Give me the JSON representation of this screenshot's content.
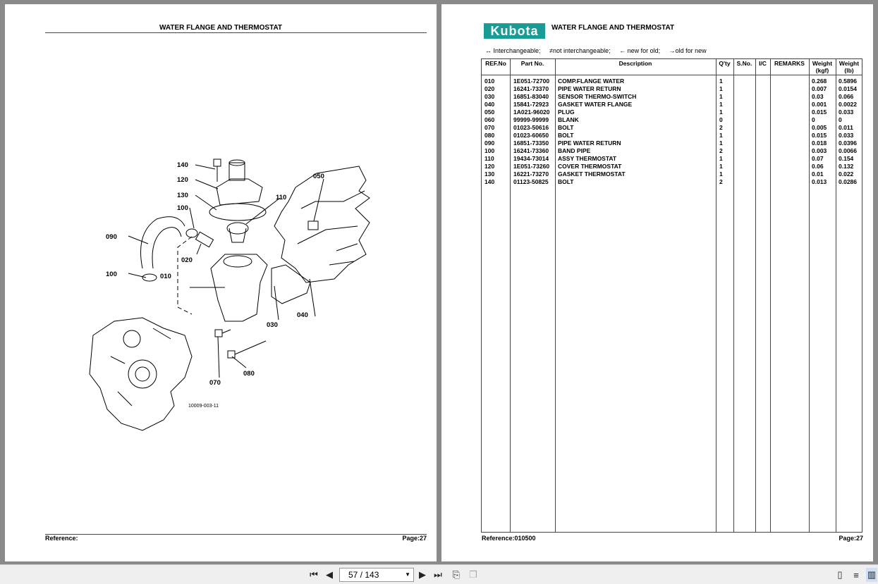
{
  "left_page": {
    "title": "WATER FLANGE AND THERMOSTAT",
    "reference_label": "Reference:",
    "page_label": "Page:27",
    "diagram": {
      "callouts": [
        "140",
        "120",
        "130",
        "100",
        "090",
        "050",
        "110",
        "020",
        "100",
        "010",
        "040",
        "030",
        "070",
        "080"
      ],
      "figure_code": "10009-003-11"
    }
  },
  "right_page": {
    "logo": "Kubota",
    "title": "WATER FLANGE AND THERMOSTAT",
    "legend": [
      "↔ Interchangeable;",
      "≠not interchangeable;",
      "← new for old;",
      "→old for new"
    ],
    "columns": [
      "REF.No",
      "Part No.",
      "Description",
      "Q'ty",
      "S.No.",
      "I/C",
      "REMARKS",
      "Weight (kgf)",
      "Weight (lb)"
    ],
    "rows": [
      {
        "ref": "010",
        "part": "1E051-72700",
        "desc": "COMP.FLANGE WATER",
        "qty": "1",
        "kgf": "0.268",
        "lb": "0.5896"
      },
      {
        "ref": "020",
        "part": "16241-73370",
        "desc": "PIPE WATER RETURN",
        "qty": "1",
        "kgf": "0.007",
        "lb": "0.0154"
      },
      {
        "ref": "030",
        "part": "16851-83040",
        "desc": "SENSOR THERMO-SWITCH",
        "qty": "1",
        "kgf": "0.03",
        "lb": "0.066"
      },
      {
        "ref": "040",
        "part": "15841-72923",
        "desc": "GASKET WATER FLANGE",
        "qty": "1",
        "kgf": "0.001",
        "lb": "0.0022"
      },
      {
        "ref": "050",
        "part": "1A021-96020",
        "desc": "PLUG",
        "qty": "1",
        "kgf": "0.015",
        "lb": "0.033"
      },
      {
        "ref": "060",
        "part": "99999-99999",
        "desc": "BLANK",
        "qty": "0",
        "kgf": "0",
        "lb": "0"
      },
      {
        "ref": "070",
        "part": "01023-50616",
        "desc": "BOLT",
        "qty": "2",
        "kgf": "0.005",
        "lb": "0.011"
      },
      {
        "ref": "080",
        "part": "01023-60650",
        "desc": "BOLT",
        "qty": "1",
        "kgf": "0.015",
        "lb": "0.033"
      },
      {
        "ref": "090",
        "part": "16851-73350",
        "desc": "PIPE WATER RETURN",
        "qty": "1",
        "kgf": "0.018",
        "lb": "0.0396"
      },
      {
        "ref": "100",
        "part": "16241-73360",
        "desc": "BAND PIPE",
        "qty": "2",
        "kgf": "0.003",
        "lb": "0.0066"
      },
      {
        "ref": "110",
        "part": "19434-73014",
        "desc": "ASSY THERMOSTAT",
        "qty": "1",
        "kgf": "0.07",
        "lb": "0.154"
      },
      {
        "ref": "120",
        "part": "1E051-73260",
        "desc": "COVER THERMOSTAT",
        "qty": "1",
        "kgf": "0.06",
        "lb": "0.132"
      },
      {
        "ref": "130",
        "part": "16221-73270",
        "desc": "GASKET THERMOSTAT",
        "qty": "1",
        "kgf": "0.01",
        "lb": "0.022"
      },
      {
        "ref": "140",
        "part": "01123-50825",
        "desc": "BOLT",
        "qty": "2",
        "kgf": "0.013",
        "lb": "0.0286"
      }
    ],
    "reference_label": "Reference:010500",
    "page_label": "Page:27"
  },
  "toolbar": {
    "page_value": "57 / 143",
    "icons": [
      "first-page-icon",
      "prev-page-icon",
      "next-page-icon",
      "last-page-icon",
      "rotate-icon",
      "copy-icon",
      "single-page-icon",
      "continuous-icon",
      "two-page-icon"
    ]
  }
}
